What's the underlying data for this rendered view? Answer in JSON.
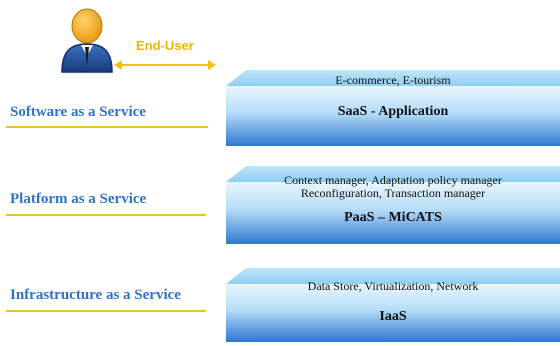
{
  "end_user": {
    "label": "End-User"
  },
  "layers": [
    {
      "side_label": "Software as a Service",
      "description": [
        "E-commerce, E-tourism"
      ],
      "title": "SaaS - Application"
    },
    {
      "side_label": "Platform as a Service",
      "description": [
        "Context manager, Adaptation policy manager",
        "Reconfiguration, Transaction manager"
      ],
      "title": "PaaS – MiCATS"
    },
    {
      "side_label": "Infrastructure as a Service",
      "description": [
        "Data Store, Virtualization, Network"
      ],
      "title": "IaaS"
    }
  ],
  "colors": {
    "accent": "#f2c21a",
    "label_blue": "#2f73c9",
    "slab_top": "#9ad3f4",
    "slab_front_bottom": "#2f7bd4"
  }
}
